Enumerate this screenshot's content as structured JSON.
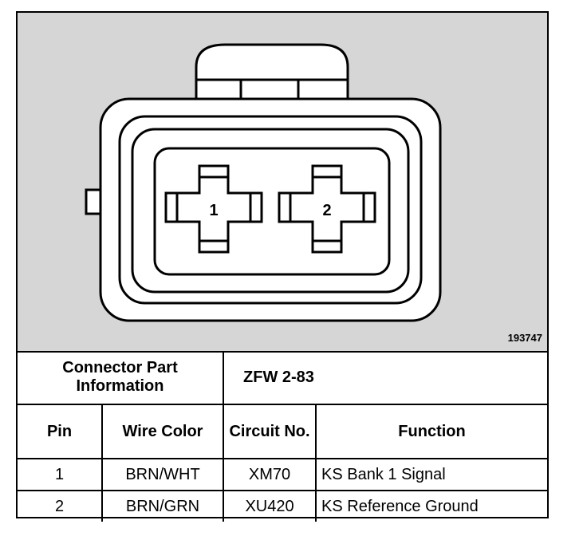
{
  "diagram": {
    "figure_id": "193747",
    "pins": [
      {
        "label": "1"
      },
      {
        "label": "2"
      }
    ]
  },
  "table": {
    "info_label": "Connector Part Information",
    "info_value": "ZFW 2-83",
    "headers": {
      "pin": "Pin",
      "wire_color": "Wire Color",
      "circuit_no": "Circuit No.",
      "function": "Function"
    },
    "rows": [
      {
        "pin": "1",
        "wire_color": "BRN/WHT",
        "circuit_no": "XM70",
        "function": "KS Bank 1 Signal"
      },
      {
        "pin": "2",
        "wire_color": "BRN/GRN",
        "circuit_no": "XU420",
        "function": "KS Reference Ground"
      }
    ]
  },
  "colors": {
    "diagram_background": "#d6d6d6",
    "line": "#000000",
    "fill": "#ffffff"
  }
}
